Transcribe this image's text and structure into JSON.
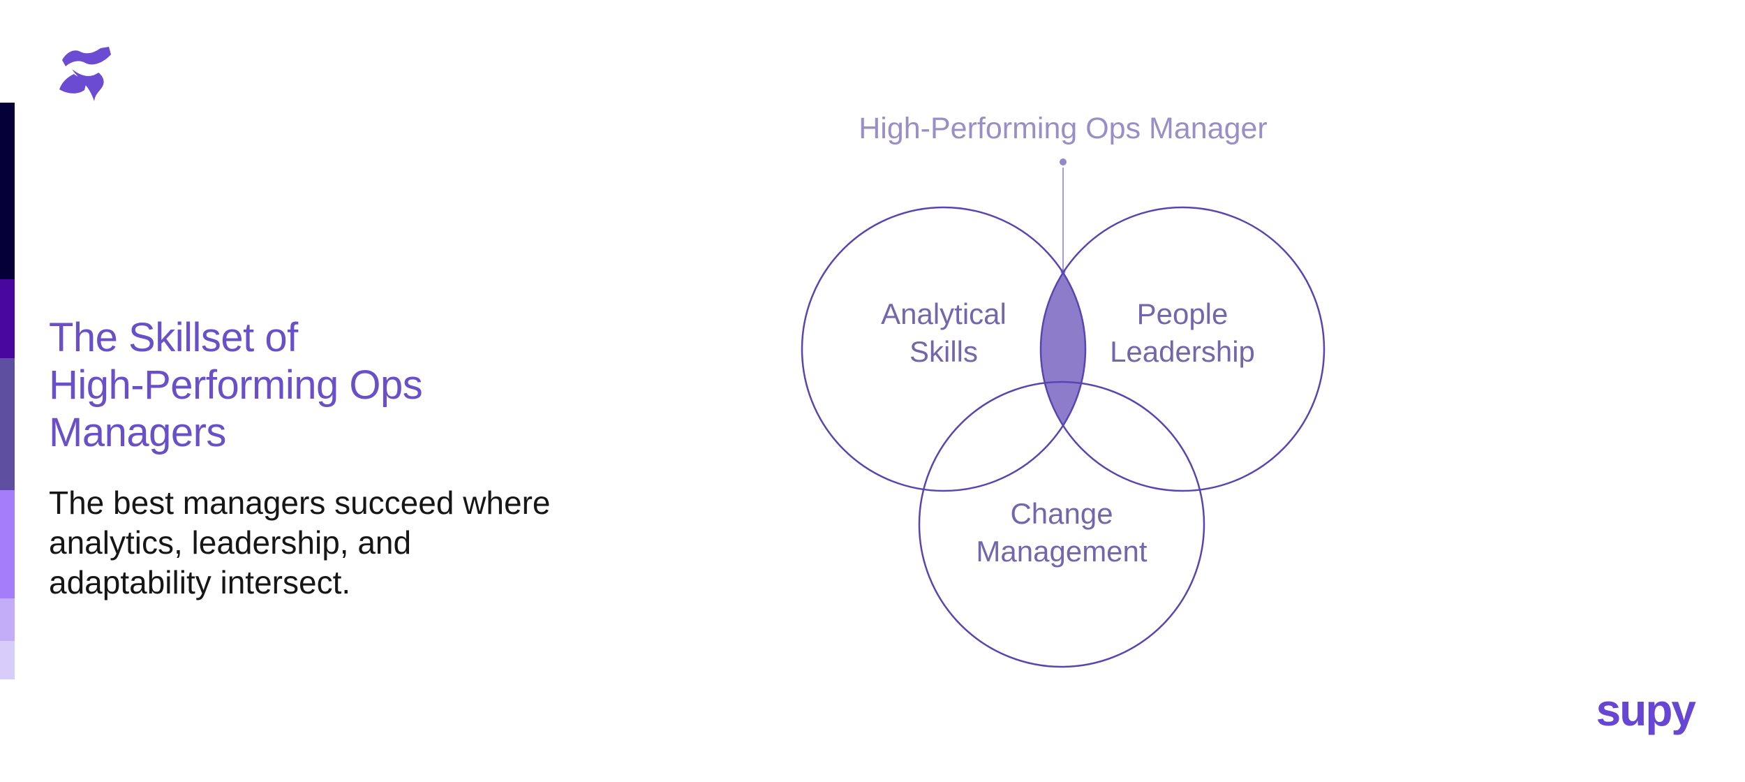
{
  "slide": {
    "background": "#FFFFFF"
  },
  "brand": {
    "glyph_color": "#6C4BD3",
    "wordmark": "supy",
    "wordmark_color": "#6746D4"
  },
  "accent_strip": {
    "bands": [
      {
        "color": "#050038"
      },
      {
        "color": "#4A079F"
      },
      {
        "color": "#5F4FA0"
      },
      {
        "color": "#A57CFA"
      },
      {
        "color": "#C3ADF9"
      },
      {
        "color": "#D8CCFB"
      }
    ]
  },
  "left_panel": {
    "title": "The Skillset of\nHigh-Performing Ops\nManagers",
    "title_color": "#6950C8",
    "description": "The best managers succeed where\nanalytics, leadership, and\nadaptability intersect.",
    "description_color": "#161616"
  },
  "venn": {
    "top_label": "High-Performing Ops Manager",
    "top_label_color": "#9A8EC6",
    "circle_stroke_color": "#5A44B2",
    "overlap_fill_color": "#8C7CCA",
    "connector_color": "#A79BD6",
    "connector_dot_color": "#9488C8",
    "label_color": "#7466AC",
    "circles": [
      {
        "label": "Analytical\nSkills"
      },
      {
        "label": "People\nLeadership"
      },
      {
        "label": "Change\nManagement"
      }
    ]
  }
}
